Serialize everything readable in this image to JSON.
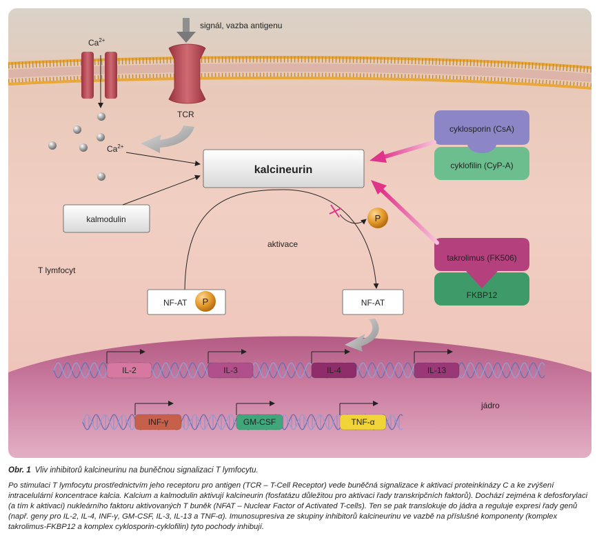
{
  "labels": {
    "ca_channel": "Ca",
    "ca_channel_sup": "2+",
    "signal": "signál, vazba antigenu",
    "tcr": "TCR",
    "ca_ion": "Ca",
    "ca_ion_sup": "2+",
    "calcineurin": "kalcineurin",
    "calmodulin": "kalmodulin",
    "cyclosporin": "cyklosporin (CsA)",
    "cyclophilin": "cyklofilin (CyP-A)",
    "tacrolimus": "takrolimus (FK506)",
    "fkbp12": "FKBP12",
    "phosphate": "P",
    "activation": "aktivace",
    "t_cell": "T lymfocyt",
    "nfat_phos": "NF-AT",
    "nfat": "NF-AT",
    "nucleus": "jádro"
  },
  "genes_row1": [
    "IL-2",
    "IL-3",
    "IL-4",
    "IL-13"
  ],
  "genes_row2": [
    "INF-γ",
    "GM-CSF",
    "TNF-α"
  ],
  "caption": {
    "number": "Obr. 1",
    "title": "Vliv inhibitorů kalcineurinu na buněčnou signalizaci T lymfocytu.",
    "body": "Po stimulaci T lymfocytu prostřednictvím jeho receptoru pro antigen (TCR – T-Cell Receptor) vede buněčná signalizace k aktivaci proteinkinázy C a ke zvýšení intracelulární koncentrace kalcia. Kalcium a kalmodulin aktivují kalcineurin (fosfatázu důležitou pro aktivaci řady transkripčních faktorů). Dochází zejména k defosforylaci (a tím k aktivaci) nukleárního faktoru aktivovaných T buněk (NFAT – Nuclear Factor of Activated T-cells). Ten se pak translokuje do jádra a reguluje expresi řady genů (např. geny pro IL-2, IL-4, INF-γ, GM-CSF, IL-3, IL-13 a TNF-α). Imunosupresiva ze skupiny inhibitorů kalcineurinu ve vazbě na příslušné komponenty (komplex takrolimus-FKBP12 a komplex cyklosporin-cyklofilin) tyto pochody inhibují."
  },
  "colors": {
    "membrane": "#e9a83a",
    "channel": "#b9454f",
    "cyclosporin": "#8c86c6",
    "cyclophilin": "#6cbe8f",
    "tacrolimus": "#b5407e",
    "fkbp12": "#3f9a69",
    "inhibitor_arrow": "#e8549b",
    "phosphate": "#e39a2a",
    "nucleus": "#a94f7c"
  }
}
